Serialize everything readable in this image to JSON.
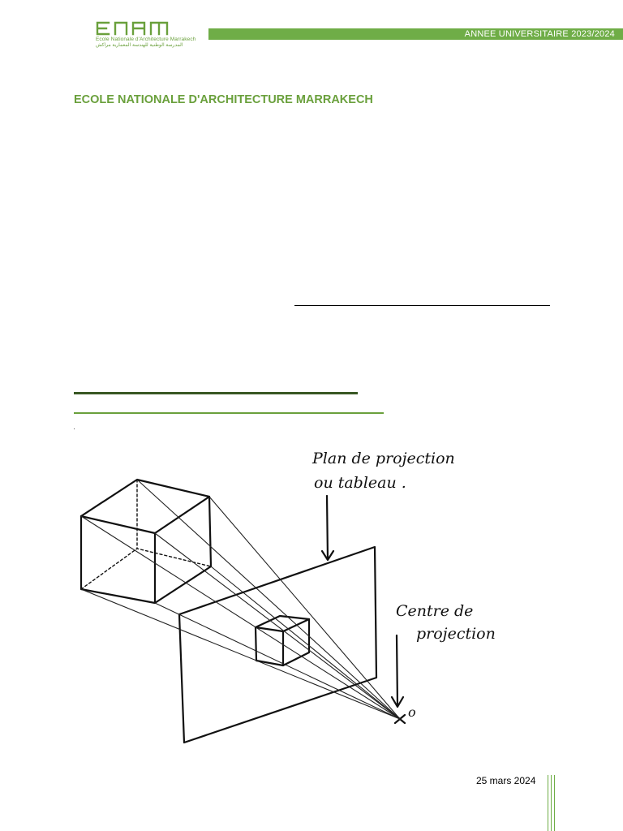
{
  "header": {
    "logo": {
      "wordmark": "ENAM",
      "line1": "Ecole Nationale d'Architecture Marrakech",
      "line2": "المدرسة الوطنية للهندسة المعمارية مراكش"
    },
    "academic_year": "ANNEE UNIVERSITAIRE 2023/2024"
  },
  "school": {
    "title": "ECOLE NATIONALE D'ARCHITECTURE MARRAKECH"
  },
  "sketch": {
    "label_plane_line1": "Plan de projection",
    "label_plane_line2": "ou tableau .",
    "label_center_line1": "Centre de",
    "label_center_line2": "projection",
    "label_point": "o"
  },
  "footer": {
    "date": "25 mars 2024"
  },
  "colors": {
    "accent": "#6fad47",
    "title_green": "#6aa03c",
    "dark_green": "#385723"
  }
}
